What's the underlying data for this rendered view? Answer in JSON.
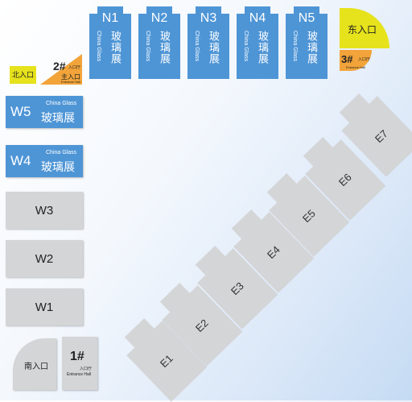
{
  "north_halls": [
    {
      "code": "N1",
      "en": "China Glass",
      "cn": "玻璃展"
    },
    {
      "code": "N2",
      "en": "China Glass",
      "cn": "玻璃展"
    },
    {
      "code": "N3",
      "en": "China Glass",
      "cn": "玻璃展"
    },
    {
      "code": "N4",
      "en": "China Glass",
      "cn": "玻璃展"
    },
    {
      "code": "N5",
      "en": "China Glass",
      "cn": "玻璃展"
    }
  ],
  "west_halls": [
    {
      "code": "W5",
      "en": "China Glass",
      "cn": "玻璃展"
    },
    {
      "code": "W4",
      "en": "China Glass",
      "cn": "玻璃展"
    },
    {
      "code": "W3"
    },
    {
      "code": "W2"
    },
    {
      "code": "W1"
    }
  ],
  "east_halls": [
    "E1",
    "E2",
    "E3",
    "E4",
    "E5",
    "E6",
    "E7"
  ],
  "entrances": {
    "north": "北入口",
    "east": "东入口",
    "south": "南入口",
    "hall2": {
      "num": "2#",
      "small_cn": "入口厅",
      "main": "主入口",
      "en": "Entrance Hall"
    },
    "hall3": {
      "num": "3#",
      "small_cn": "入口厅",
      "en": "Entrance Hall"
    },
    "hall1": {
      "num": "1#",
      "small_cn": "入口厅",
      "en": "Entrance Hall"
    }
  },
  "colors": {
    "glass_hall": "#4e95d6",
    "other_hall": "#d4d5d7",
    "entrance_yellow": "#e6e21c",
    "entrance_orange": "#f2a43a"
  }
}
